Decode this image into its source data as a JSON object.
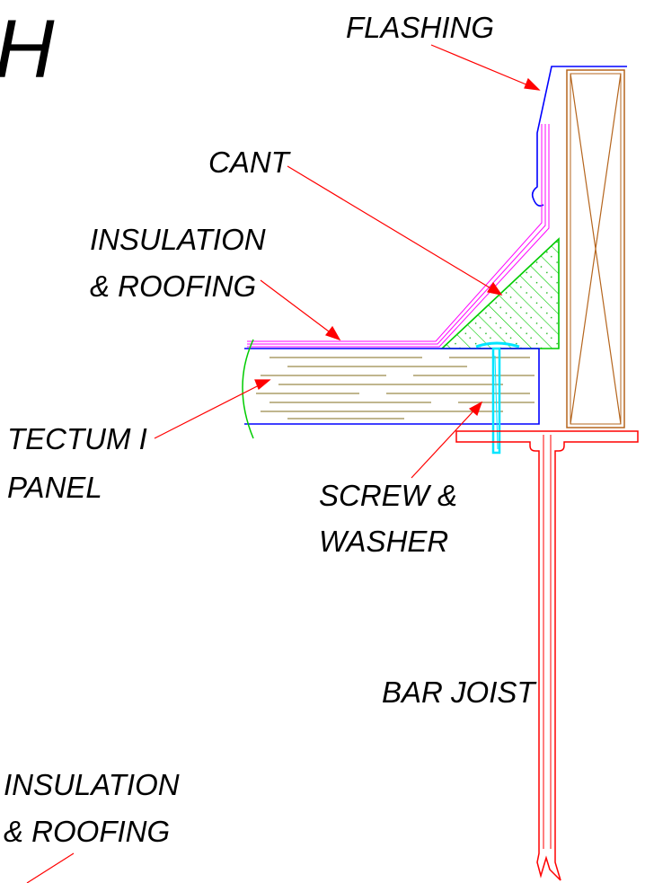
{
  "detail_letter": "H",
  "labels": {
    "flashing": "FLASHING",
    "cant": "CANT",
    "insulation_roofing_top": [
      "INSULATION",
      "& ROOFING"
    ],
    "tectum_panel": [
      "TECTUM I",
      "PANEL"
    ],
    "screw_washer": [
      "SCREW &",
      "WASHER"
    ],
    "bar_joist": "BAR JOIST",
    "insulation_roofing_bottom": [
      "INSULATION",
      "& ROOFING"
    ]
  },
  "colors": {
    "leader": "#ff0000",
    "flashing": "#0000ff",
    "roofing": "#ff00ff",
    "cant_fill": "#00ff00",
    "panel_grain": "#9a8a4a",
    "blocking": "#b5651d",
    "screw": "#00e5ff",
    "joist": "#ff0000",
    "panel_outline": "#0000ff",
    "break_line": "#00cc00"
  }
}
